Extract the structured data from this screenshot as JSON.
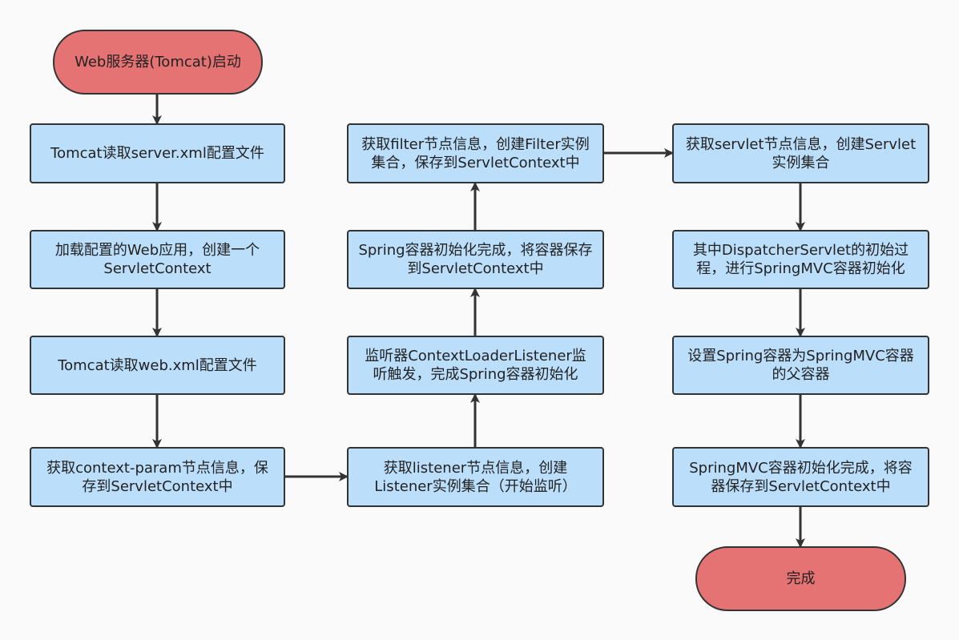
{
  "diagram": {
    "nodes": [
      {
        "id": "n1",
        "kind": "terminal",
        "text": "Web服务器(Tomcat)启动"
      },
      {
        "id": "n2",
        "kind": "process",
        "text": "Tomcat读取server.xml配置文件"
      },
      {
        "id": "n3",
        "kind": "process",
        "text": "加载配置的Web应用，创建一个ServletContext"
      },
      {
        "id": "n4",
        "kind": "process",
        "text": "Tomcat读取web.xml配置文件"
      },
      {
        "id": "n5",
        "kind": "process",
        "text": "获取context-param节点信息，保存到ServletContext中"
      },
      {
        "id": "n6",
        "kind": "process",
        "text": "获取listener节点信息，创建Listener实例集合（开始监听）"
      },
      {
        "id": "n7",
        "kind": "process",
        "text": "监听器ContextLoaderListener监听触发，完成Spring容器初始化"
      },
      {
        "id": "n8",
        "kind": "process",
        "text": "Spring容器初始化完成，将容器保存到ServletContext中"
      },
      {
        "id": "n9",
        "kind": "process",
        "text": "获取filter节点信息，创建Filter实例集合，保存到ServletContext中"
      },
      {
        "id": "n10",
        "kind": "process",
        "text": "获取servlet节点信息，创建Servlet实例集合"
      },
      {
        "id": "n11",
        "kind": "process",
        "text": "其中DispatcherServlet的初始过程，进行SpringMVC容器初始化"
      },
      {
        "id": "n12",
        "kind": "process",
        "text": "设置Spring容器为SpringMVC容器的父容器"
      },
      {
        "id": "n13",
        "kind": "process",
        "text": "SpringMVC容器初始化完成，将容器保存到ServletContext中"
      },
      {
        "id": "n14",
        "kind": "terminal",
        "text": "完成"
      }
    ],
    "edges": [
      {
        "from": "n1",
        "to": "n2"
      },
      {
        "from": "n2",
        "to": "n3"
      },
      {
        "from": "n3",
        "to": "n4"
      },
      {
        "from": "n4",
        "to": "n5"
      },
      {
        "from": "n5",
        "to": "n6"
      },
      {
        "from": "n6",
        "to": "n7"
      },
      {
        "from": "n7",
        "to": "n8"
      },
      {
        "from": "n8",
        "to": "n9"
      },
      {
        "from": "n9",
        "to": "n10"
      },
      {
        "from": "n10",
        "to": "n11"
      },
      {
        "from": "n11",
        "to": "n12"
      },
      {
        "from": "n12",
        "to": "n13"
      },
      {
        "from": "n13",
        "to": "n14"
      }
    ],
    "colors": {
      "process_fill": "#bbdefb",
      "terminal_fill": "#e57373",
      "stroke": "#333333",
      "background": "#fafafa"
    }
  }
}
